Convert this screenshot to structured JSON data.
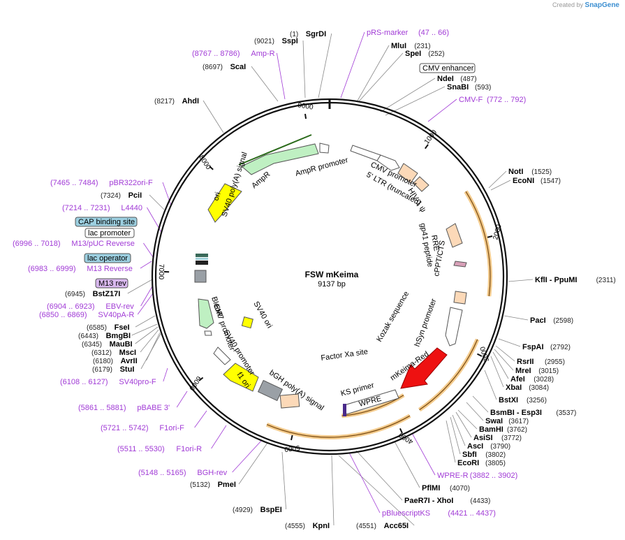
{
  "header": {
    "created_by": "Created by",
    "brand": "SnapGene"
  },
  "plasmid": {
    "name": "FSW mKeima",
    "size": "9137 bp"
  },
  "ticks": [
    "1000",
    "2000",
    "3000",
    "4000",
    "5000",
    "6000",
    "7000",
    "8000",
    "9000"
  ],
  "features": [
    {
      "name": "CMV enhancer"
    },
    {
      "name": "CMV promoter"
    },
    {
      "name": "5' LTR (truncated)"
    },
    {
      "name": "HIV-1 ψ"
    },
    {
      "name": "RRE"
    },
    {
      "name": "gp41 peptide"
    },
    {
      "name": "cPPT/CTS"
    },
    {
      "name": "hSyn promoter"
    },
    {
      "name": "Kozak sequence"
    },
    {
      "name": "mKeima-Red"
    },
    {
      "name": "Factor Xa site"
    },
    {
      "name": "KS primer"
    },
    {
      "name": "WPRE"
    },
    {
      "name": "bGH poly(A) signal"
    },
    {
      "name": "f1 ori"
    },
    {
      "name": "SV40 promoter"
    },
    {
      "name": "EM7 promoter"
    },
    {
      "name": "BleoR"
    },
    {
      "name": "SV40 ori"
    },
    {
      "name": "SV40 poly(A) signal"
    },
    {
      "name": "ori"
    },
    {
      "name": "AmpR"
    },
    {
      "name": "AmpR promoter"
    },
    {
      "name": "lac promoter"
    },
    {
      "name": "CAP binding site"
    },
    {
      "name": "lac operator"
    },
    {
      "name": "M13 rev"
    }
  ],
  "labels": [
    {
      "pos": "(1)",
      "name": "SgrDI",
      "kind": "enz"
    },
    {
      "pos": "(9021)",
      "name": "SspI",
      "kind": "enz"
    },
    {
      "pos": "(8767 .. 8786)",
      "name": "Amp-R",
      "kind": "prim"
    },
    {
      "pos": "(8697)",
      "name": "ScaI",
      "kind": "enz"
    },
    {
      "pos": "(8217)",
      "name": "AhdI",
      "kind": "enz"
    },
    {
      "pos": "(7465 .. 7484)",
      "name": "pBR322ori-F",
      "kind": "prim"
    },
    {
      "pos": "(7324)",
      "name": "PciI",
      "kind": "enz"
    },
    {
      "pos": "(7214 .. 7231)",
      "name": "L4440",
      "kind": "prim"
    },
    {
      "pos": "(6996 .. 7018)",
      "name": "M13/pUC Reverse",
      "kind": "prim"
    },
    {
      "pos": "(6983 .. 6999)",
      "name": "M13 Reverse",
      "kind": "prim"
    },
    {
      "pos": "(6945)",
      "name": "BstZ17I",
      "kind": "enz"
    },
    {
      "pos": "(6904 .. 6923)",
      "name": "EBV-rev",
      "kind": "prim"
    },
    {
      "pos": "(6850 .. 6869)",
      "name": "SV40pA-R",
      "kind": "prim"
    },
    {
      "pos": "(6585)",
      "name": "FseI",
      "kind": "enz"
    },
    {
      "pos": "(6443)",
      "name": "BmgBI",
      "kind": "enz"
    },
    {
      "pos": "(6345)",
      "name": "MauBI",
      "kind": "enz"
    },
    {
      "pos": "(6312)",
      "name": "MscI",
      "kind": "enz"
    },
    {
      "pos": "(6180)",
      "name": "AvrII",
      "kind": "enz"
    },
    {
      "pos": "(6179)",
      "name": "StuI",
      "kind": "enz"
    },
    {
      "pos": "(6108 .. 6127)",
      "name": "SV40pro-F",
      "kind": "prim"
    },
    {
      "pos": "(5861 .. 5881)",
      "name": "pBABE 3'",
      "kind": "prim"
    },
    {
      "pos": "(5721 .. 5742)",
      "name": "F1ori-F",
      "kind": "prim"
    },
    {
      "pos": "(5511 .. 5530)",
      "name": "F1ori-R",
      "kind": "prim"
    },
    {
      "pos": "(5148 .. 5165)",
      "name": "BGH-rev",
      "kind": "prim"
    },
    {
      "pos": "(5132)",
      "name": "PmeI",
      "kind": "enz"
    },
    {
      "pos": "(4929)",
      "name": "BspEI",
      "kind": "enz"
    },
    {
      "pos": "(4555)",
      "name": "KpnI",
      "kind": "enz"
    },
    {
      "pos": "(4551)",
      "name": "Acc65I",
      "kind": "enz"
    },
    {
      "pos": "(47 .. 66)",
      "name": "pRS-marker",
      "kind": "prim"
    },
    {
      "pos": "(231)",
      "name": "MluI",
      "kind": "enz"
    },
    {
      "pos": "(252)",
      "name": "SpeI",
      "kind": "enz"
    },
    {
      "pos": "(487)",
      "name": "NdeI",
      "kind": "enz"
    },
    {
      "pos": "(593)",
      "name": "SnaBI",
      "kind": "enz"
    },
    {
      "pos": "(772 .. 792)",
      "name": "CMV-F",
      "kind": "prim"
    },
    {
      "pos": "(1525)",
      "name": "NotI",
      "kind": "enz"
    },
    {
      "pos": "(1547)",
      "name": "EcoNI",
      "kind": "enz"
    },
    {
      "pos": "(2311)",
      "name": "KflI - PpuMI",
      "kind": "enz"
    },
    {
      "pos": "(2598)",
      "name": "PacI",
      "kind": "enz"
    },
    {
      "pos": "(2792)",
      "name": "FspAI",
      "kind": "enz"
    },
    {
      "pos": "(2955)",
      "name": "RsrII",
      "kind": "enz"
    },
    {
      "pos": "(3015)",
      "name": "MreI",
      "kind": "enz"
    },
    {
      "pos": "(3028)",
      "name": "AfeI",
      "kind": "enz"
    },
    {
      "pos": "(3084)",
      "name": "XbaI",
      "kind": "enz"
    },
    {
      "pos": "(3256)",
      "name": "BstXI",
      "kind": "enz"
    },
    {
      "pos": "(3537)",
      "name": "BsmBI - Esp3I",
      "kind": "enz"
    },
    {
      "pos": "(3617)",
      "name": "SwaI",
      "kind": "enz"
    },
    {
      "pos": "(3762)",
      "name": "BamHI",
      "kind": "enz"
    },
    {
      "pos": "(3772)",
      "name": "AsiSI",
      "kind": "enz"
    },
    {
      "pos": "(3790)",
      "name": "AscI",
      "kind": "enz"
    },
    {
      "pos": "(3802)",
      "name": "SbfI",
      "kind": "enz"
    },
    {
      "pos": "(3805)",
      "name": "EcoRI",
      "kind": "enz"
    },
    {
      "pos": "(3882 .. 3902)",
      "name": "WPRE-R",
      "kind": "prim"
    },
    {
      "pos": "(4070)",
      "name": "PflMI",
      "kind": "enz"
    },
    {
      "pos": "(4433)",
      "name": "PaeR7I - XhoI",
      "kind": "enz"
    },
    {
      "pos": "(4421 .. 4437)",
      "name": "pBluescriptKS",
      "kind": "prim"
    }
  ],
  "colors": {
    "primer": "#a13bd6",
    "orange_arc": "#e9a030",
    "mkeima": "#ee1111",
    "ampr": "#bff0c2",
    "ori": "#ffff00",
    "lac_box": "#9ccfe0",
    "m13": "#d8b8ee",
    "ltr": "#fcd9b8"
  }
}
